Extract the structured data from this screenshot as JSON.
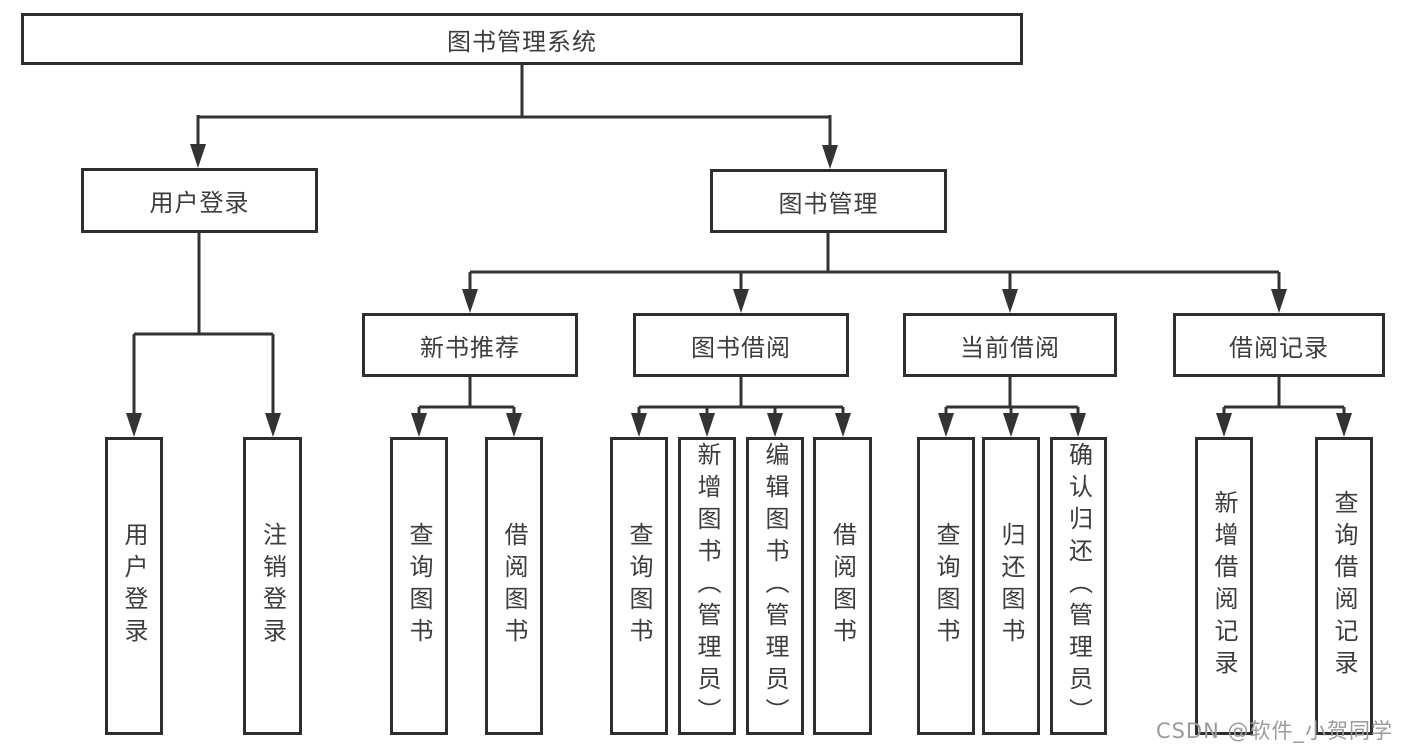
{
  "diagram": {
    "root": "图书管理系统",
    "level2": {
      "user_login": "用户登录",
      "book_mgmt": "图书管理"
    },
    "level3": {
      "new_book_rec": "新书推荐",
      "book_borrow": "图书借阅",
      "current_borrow": "当前借阅",
      "borrow_records": "借阅记录"
    },
    "leaves": {
      "user_login_1": "用户登录",
      "user_login_2": "注销登录",
      "new_book_1": "查询图书",
      "new_book_2": "借阅图书",
      "borrow_1": "查询图书",
      "borrow_2": "新增图书（管理员）",
      "borrow_3": "编辑图书（管理员）",
      "borrow_4": "借阅图书",
      "current_1": "查询图书",
      "current_2": "归还图书",
      "current_3": "确认归还（管理员）",
      "records_1": "新增借阅记录",
      "records_2": "查询借阅记录"
    },
    "watermark": "CSDN @软件_小贺同学",
    "colors": {
      "line": "#333333",
      "box_border": "#2e2e2e",
      "box_fill": "#ffffff",
      "text": "#3d3d3d",
      "watermark": "#9b9b9b",
      "background": "#ffffff"
    }
  }
}
